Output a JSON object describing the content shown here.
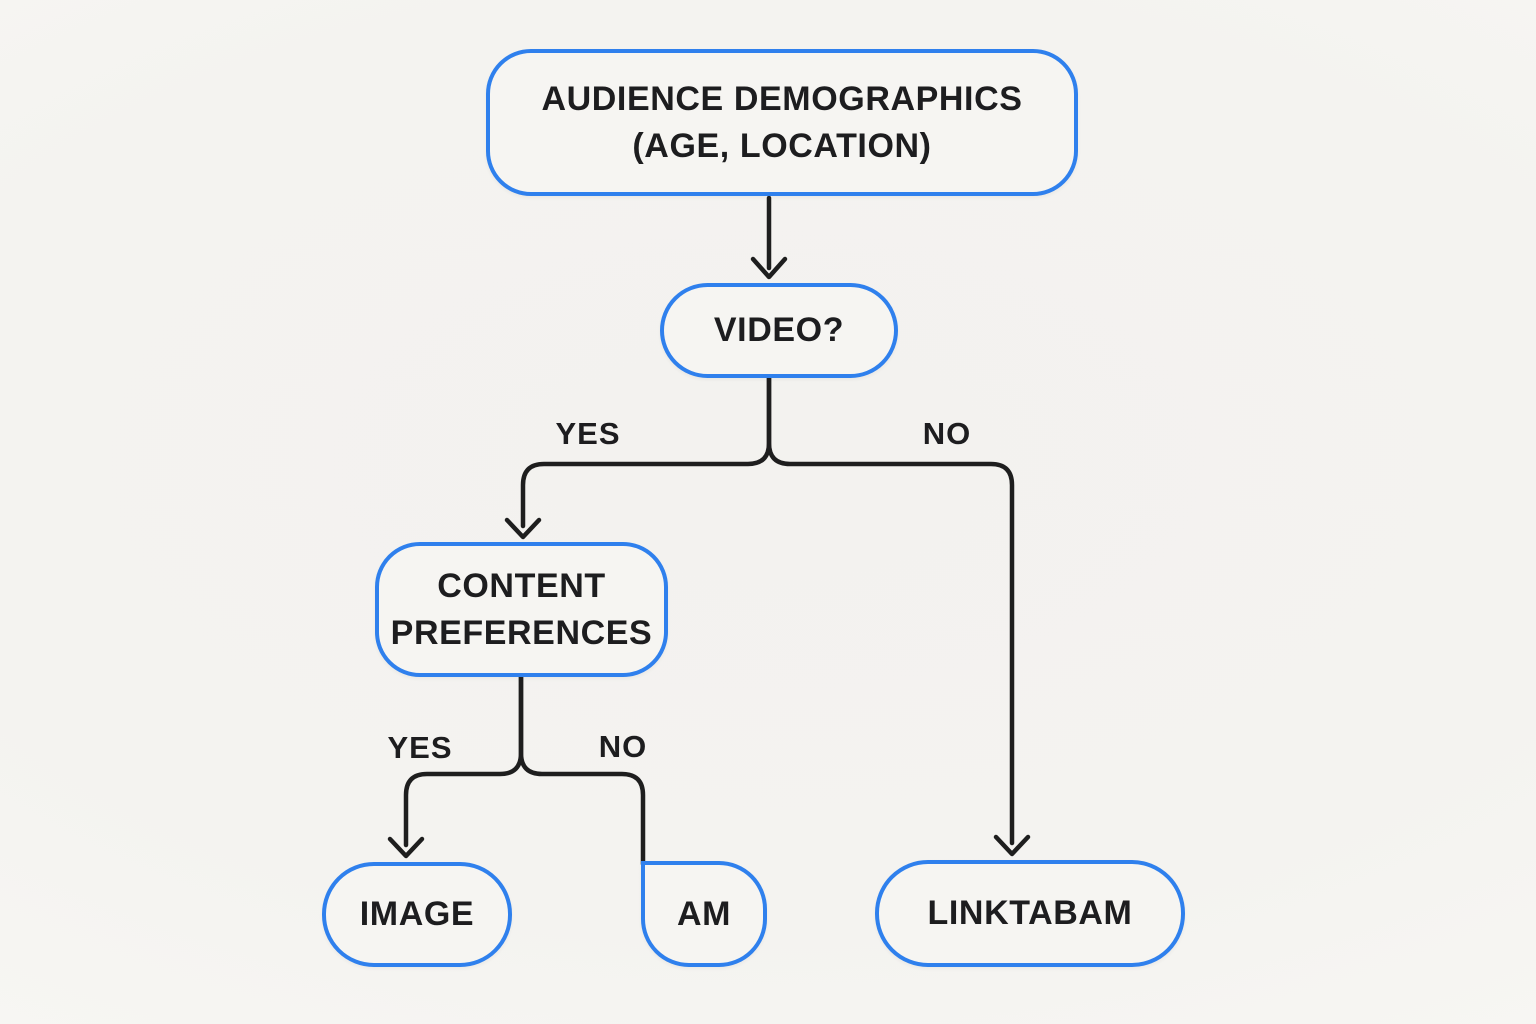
{
  "colors": {
    "node_border": "#2f80ed",
    "node_fill": "#f6f5f2",
    "connector": "#1e1e1e",
    "text": "#1d1d1f",
    "background": "#f4f3f0"
  },
  "nodes": {
    "audience": {
      "line1": "AUDIENCE DEMOGRAPHICS",
      "line2": "(AGE, LOCATION)"
    },
    "video": {
      "label": "VIDEO?"
    },
    "content": {
      "line1": "CONTENT",
      "line2": "PREFERENCES"
    },
    "image": {
      "label": "IMAGE"
    },
    "am": {
      "label": "AM"
    },
    "linktabam": {
      "label": "LINKTABAM"
    }
  },
  "edge_labels": {
    "video_yes": "YES",
    "video_no": "NO",
    "content_yes": "YES",
    "content_no": "NO"
  }
}
